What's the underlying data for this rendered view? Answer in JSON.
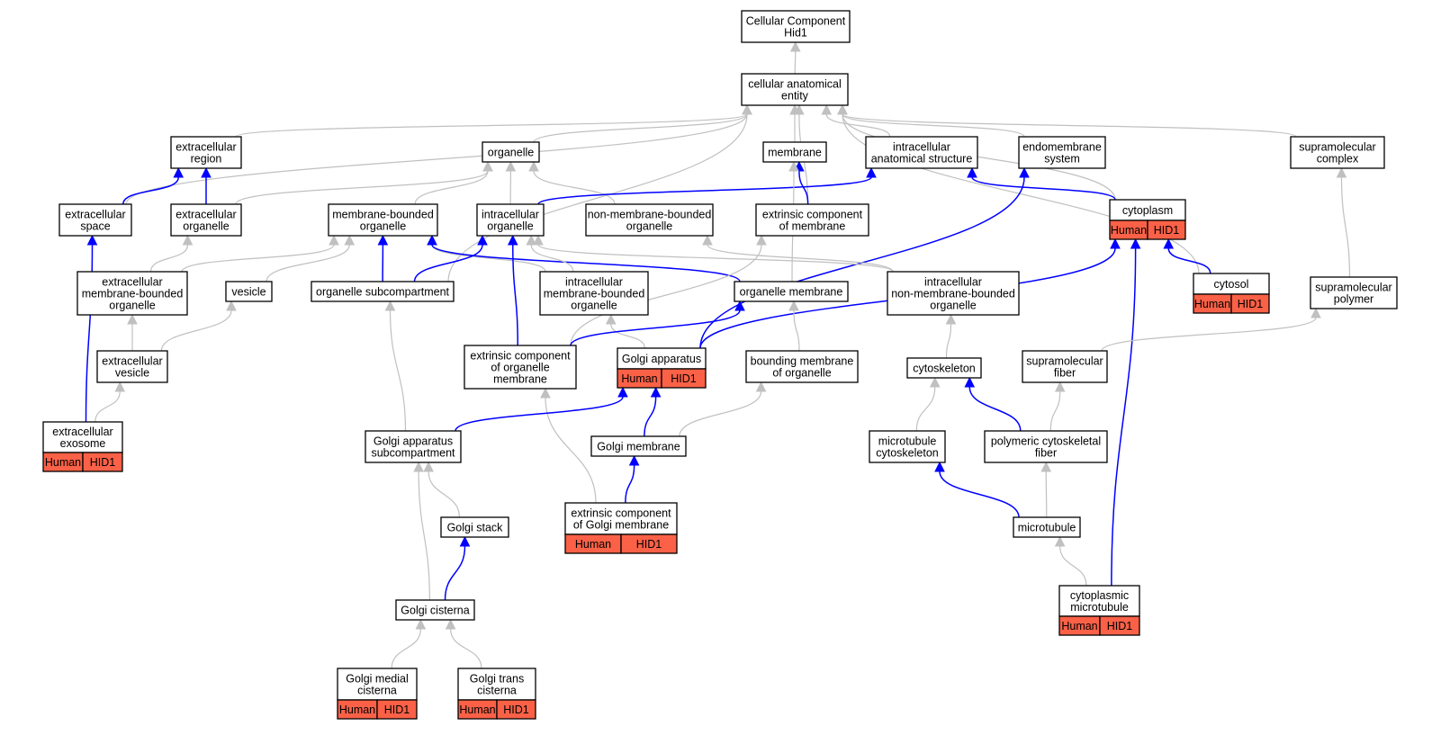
{
  "colors": {
    "annotation_fill": "#fa6147",
    "edge_plain": "#c0c0c0",
    "edge_highlight": "#0000ff"
  },
  "nodes": {
    "root": {
      "lines": [
        "Cellular Component",
        "Hid1"
      ]
    },
    "cae": {
      "lines": [
        "cellular anatomical",
        "entity"
      ]
    },
    "ecregion": {
      "lines": [
        "extracellular",
        "region"
      ]
    },
    "organelle": {
      "lines": [
        "organelle"
      ]
    },
    "membrane": {
      "lines": [
        "membrane"
      ]
    },
    "ias": {
      "lines": [
        "intracellular",
        "anatomical structure"
      ]
    },
    "endomem": {
      "lines": [
        "endomembrane",
        "system"
      ]
    },
    "supcomplex": {
      "lines": [
        "supramolecular",
        "complex"
      ]
    },
    "ecspace": {
      "lines": [
        "extracellular",
        "space"
      ]
    },
    "ecorganelle": {
      "lines": [
        "extracellular",
        "organelle"
      ]
    },
    "mbo": {
      "lines": [
        "membrane-bounded",
        "organelle"
      ]
    },
    "io": {
      "lines": [
        "intracellular",
        "organelle"
      ]
    },
    "nmbo": {
      "lines": [
        "non-membrane-bounded",
        "organelle"
      ]
    },
    "ecm": {
      "lines": [
        "extrinsic component",
        "of membrane"
      ]
    },
    "cytoplasm": {
      "lines": [
        "cytoplasm"
      ],
      "ann": [
        "Human",
        "HID1"
      ]
    },
    "ecmbo": {
      "lines": [
        "extracellular",
        "membrane-bounded",
        "organelle"
      ]
    },
    "vesicle": {
      "lines": [
        "vesicle"
      ]
    },
    "osub": {
      "lines": [
        "organelle subcompartment"
      ]
    },
    "imbo": {
      "lines": [
        "intracellular",
        "membrane-bounded",
        "organelle"
      ]
    },
    "omem": {
      "lines": [
        "organelle membrane"
      ]
    },
    "inmbo": {
      "lines": [
        "intracellular",
        "non-membrane-bounded",
        "organelle"
      ]
    },
    "cytosol": {
      "lines": [
        "cytosol"
      ],
      "ann": [
        "Human",
        "HID1"
      ]
    },
    "suppoly": {
      "lines": [
        "supramolecular",
        "polymer"
      ]
    },
    "ecvesicle": {
      "lines": [
        "extracellular",
        "vesicle"
      ]
    },
    "ecom": {
      "lines": [
        "extrinsic component",
        "of organelle",
        "membrane"
      ]
    },
    "golgi": {
      "lines": [
        "Golgi apparatus"
      ],
      "ann": [
        "Human",
        "HID1"
      ]
    },
    "bmo": {
      "lines": [
        "bounding membrane",
        "of organelle"
      ]
    },
    "cytosk": {
      "lines": [
        "cytoskeleton"
      ]
    },
    "supfiber": {
      "lines": [
        "supramolecular",
        "fiber"
      ]
    },
    "exosome": {
      "lines": [
        "extracellular",
        "exosome"
      ],
      "ann": [
        "Human",
        "HID1"
      ]
    },
    "gas": {
      "lines": [
        "Golgi apparatus",
        "subcompartment"
      ]
    },
    "gmem": {
      "lines": [
        "Golgi membrane"
      ]
    },
    "mtcytosk": {
      "lines": [
        "microtubule",
        "cytoskeleton"
      ]
    },
    "pcf": {
      "lines": [
        "polymeric cytoskeletal",
        "fiber"
      ]
    },
    "ecgm": {
      "lines": [
        "extrinsic component",
        "of Golgi membrane"
      ],
      "ann": [
        "Human",
        "HID1"
      ]
    },
    "gstack": {
      "lines": [
        "Golgi stack"
      ]
    },
    "mt": {
      "lines": [
        "microtubule"
      ]
    },
    "cmt": {
      "lines": [
        "cytoplasmic",
        "microtubule"
      ],
      "ann": [
        "Human",
        "HID1"
      ]
    },
    "gcist": {
      "lines": [
        "Golgi cisterna"
      ]
    },
    "gmedial": {
      "lines": [
        "Golgi medial",
        "cisterna"
      ],
      "ann": [
        "Human",
        "HID1"
      ]
    },
    "gtrans": {
      "lines": [
        "Golgi trans",
        "cisterna"
      ],
      "ann": [
        "Human",
        "HID1"
      ]
    }
  },
  "edges": [
    {
      "from": "cae",
      "to": "root",
      "highlight": false
    },
    {
      "from": "ecregion",
      "to": "cae",
      "highlight": false
    },
    {
      "from": "organelle",
      "to": "cae",
      "highlight": false
    },
    {
      "from": "membrane",
      "to": "cae",
      "highlight": false
    },
    {
      "from": "ias",
      "to": "cae",
      "highlight": false
    },
    {
      "from": "endomem",
      "to": "cae",
      "highlight": false
    },
    {
      "from": "supcomplex",
      "to": "cae",
      "highlight": false
    },
    {
      "from": "ecspace",
      "to": "cae",
      "highlight": false
    },
    {
      "from": "cytoplasm",
      "to": "cae",
      "highlight": false
    },
    {
      "from": "cytosol",
      "to": "cae",
      "highlight": false
    },
    {
      "from": "ecm",
      "to": "cae",
      "highlight": false
    },
    {
      "from": "osub",
      "to": "cae",
      "highlight": false
    },
    {
      "from": "ecspace",
      "to": "ecregion",
      "highlight": true
    },
    {
      "from": "ecorganelle",
      "to": "ecregion",
      "highlight": true
    },
    {
      "from": "ecorganelle",
      "to": "organelle",
      "highlight": false
    },
    {
      "from": "mbo",
      "to": "organelle",
      "highlight": false
    },
    {
      "from": "io",
      "to": "organelle",
      "highlight": false
    },
    {
      "from": "nmbo",
      "to": "organelle",
      "highlight": false
    },
    {
      "from": "io",
      "to": "ias",
      "highlight": true
    },
    {
      "from": "cytoplasm",
      "to": "ias",
      "highlight": true
    },
    {
      "from": "ecm",
      "to": "membrane",
      "highlight": true
    },
    {
      "from": "omem",
      "to": "membrane",
      "highlight": false
    },
    {
      "from": "golgi",
      "to": "endomem",
      "highlight": true
    },
    {
      "from": "suppoly",
      "to": "supcomplex",
      "highlight": false
    },
    {
      "from": "exosome",
      "to": "ecspace",
      "highlight": true
    },
    {
      "from": "ecmbo",
      "to": "ecorganelle",
      "highlight": false
    },
    {
      "from": "ecmbo",
      "to": "mbo",
      "highlight": false
    },
    {
      "from": "vesicle",
      "to": "mbo",
      "highlight": false
    },
    {
      "from": "osub",
      "to": "mbo",
      "highlight": true
    },
    {
      "from": "imbo",
      "to": "mbo",
      "highlight": false
    },
    {
      "from": "omem",
      "to": "mbo",
      "highlight": true
    },
    {
      "from": "osub",
      "to": "io",
      "highlight": true
    },
    {
      "from": "imbo",
      "to": "io",
      "highlight": false
    },
    {
      "from": "inmbo",
      "to": "io",
      "highlight": false
    },
    {
      "from": "ecom",
      "to": "io",
      "highlight": true
    },
    {
      "from": "inmbo",
      "to": "nmbo",
      "highlight": false
    },
    {
      "from": "ecom",
      "to": "ecm",
      "highlight": false
    },
    {
      "from": "cytosol",
      "to": "cytoplasm",
      "highlight": true
    },
    {
      "from": "golgi",
      "to": "cytoplasm",
      "highlight": true
    },
    {
      "from": "cmt",
      "to": "cytoplasm",
      "highlight": true
    },
    {
      "from": "ecvesicle",
      "to": "ecmbo",
      "highlight": false
    },
    {
      "from": "ecvesicle",
      "to": "vesicle",
      "highlight": false
    },
    {
      "from": "gas",
      "to": "osub",
      "highlight": false
    },
    {
      "from": "golgi",
      "to": "imbo",
      "highlight": false
    },
    {
      "from": "ecom",
      "to": "omem",
      "highlight": true
    },
    {
      "from": "bmo",
      "to": "omem",
      "highlight": false
    },
    {
      "from": "cytosk",
      "to": "inmbo",
      "highlight": false
    },
    {
      "from": "supfiber",
      "to": "suppoly",
      "highlight": false
    },
    {
      "from": "exosome",
      "to": "ecvesicle",
      "highlight": false
    },
    {
      "from": "ecgm",
      "to": "ecom",
      "highlight": false
    },
    {
      "from": "gas",
      "to": "golgi",
      "highlight": true
    },
    {
      "from": "gmem",
      "to": "golgi",
      "highlight": true
    },
    {
      "from": "gmem",
      "to": "bmo",
      "highlight": false
    },
    {
      "from": "mtcytosk",
      "to": "cytosk",
      "highlight": false
    },
    {
      "from": "pcf",
      "to": "cytosk",
      "highlight": true
    },
    {
      "from": "pcf",
      "to": "supfiber",
      "highlight": false
    },
    {
      "from": "gstack",
      "to": "gas",
      "highlight": false
    },
    {
      "from": "gcist",
      "to": "gas",
      "highlight": false
    },
    {
      "from": "ecgm",
      "to": "gmem",
      "highlight": true
    },
    {
      "from": "mt",
      "to": "mtcytosk",
      "highlight": true
    },
    {
      "from": "mt",
      "to": "pcf",
      "highlight": false
    },
    {
      "from": "cmt",
      "to": "mt",
      "highlight": false
    },
    {
      "from": "gcist",
      "to": "gstack",
      "highlight": true
    },
    {
      "from": "gmedial",
      "to": "gcist",
      "highlight": false
    },
    {
      "from": "gtrans",
      "to": "gcist",
      "highlight": false
    }
  ]
}
